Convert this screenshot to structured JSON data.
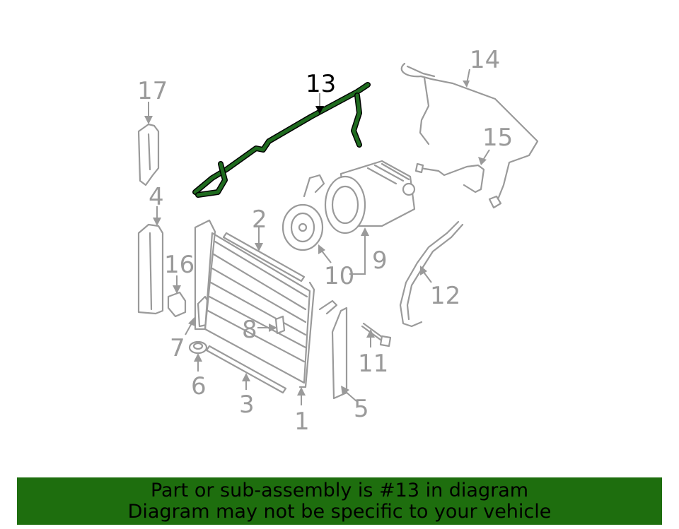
{
  "diagram": {
    "callouts": [
      {
        "id": "13",
        "highlight": true
      },
      {
        "id": "14",
        "highlight": false
      },
      {
        "id": "15",
        "highlight": false
      },
      {
        "id": "17",
        "highlight": false
      },
      {
        "id": "4",
        "highlight": false
      },
      {
        "id": "2",
        "highlight": false
      },
      {
        "id": "16",
        "highlight": false
      },
      {
        "id": "10",
        "highlight": false
      },
      {
        "id": "9",
        "highlight": false
      },
      {
        "id": "12",
        "highlight": false
      },
      {
        "id": "8",
        "highlight": false
      },
      {
        "id": "7",
        "highlight": false
      },
      {
        "id": "11",
        "highlight": false
      },
      {
        "id": "6",
        "highlight": false
      },
      {
        "id": "3",
        "highlight": false
      },
      {
        "id": "1",
        "highlight": false
      },
      {
        "id": "5",
        "highlight": false
      }
    ],
    "colors": {
      "part_line": "#9a9a9a",
      "highlight_part": "#1f6b1f",
      "banner_bg": "#1e6e0e",
      "banner_text": "#000000"
    }
  },
  "banner": {
    "line1": "Part or sub-assembly is #13 in diagram",
    "line2": "Diagram may not be specific to your vehicle"
  }
}
